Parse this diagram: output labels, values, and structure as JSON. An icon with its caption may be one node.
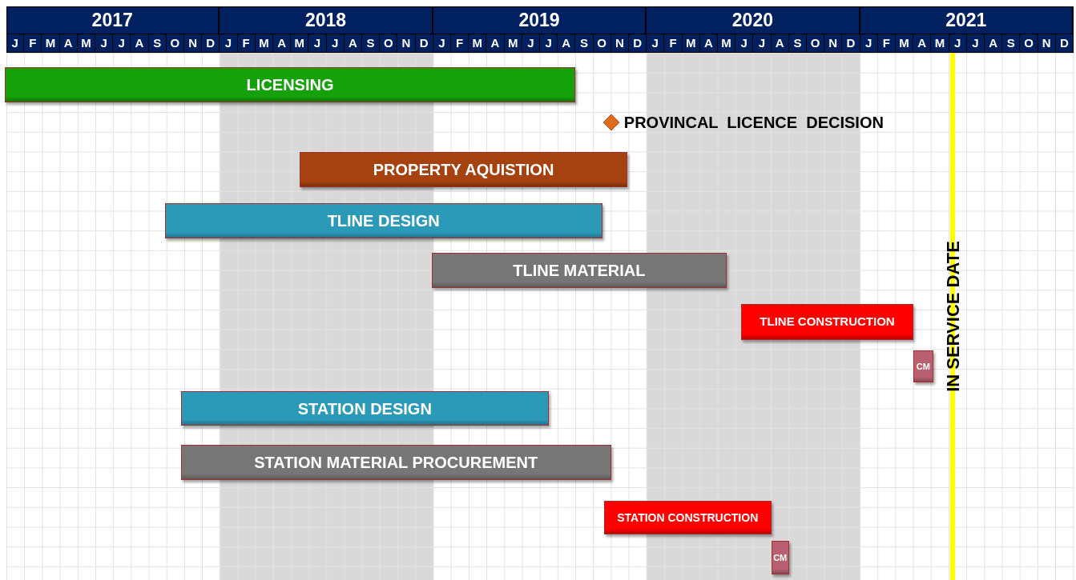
{
  "diagram": {
    "nodes": [
      {
        "text": [
          "LICENSING"
        ]
      },
      {
        "text": [],
        "shape": "diamond",
        "beside": [
          "PROVINCAL  LICENCE  DECISION"
        ]
      },
      {
        "text": [
          "PROPERTY AQUISTION"
        ]
      },
      {
        "text": [
          "TLINE DESIGN"
        ]
      },
      {
        "text": [
          "TLINE MATERIAL"
        ]
      },
      {
        "text": [
          "TLINE CONSTRUCTION"
        ]
      },
      {
        "text": [
          "CM"
        ]
      },
      {
        "text": [
          "STATION DESIGN"
        ]
      },
      {
        "text": [
          "STATION MATERIAL PROCUREMENT"
        ]
      },
      {
        "text": [
          "STATION CONSTRUCTION"
        ]
      },
      {
        "text": [
          "CM"
        ]
      }
    ],
    "labels": [
      "2017",
      "2018",
      "2019",
      "2020",
      "2021",
      "J",
      "F",
      "M",
      "A",
      "M",
      "J",
      "J",
      "A",
      "S",
      "O",
      "N",
      "D",
      "J",
      "F",
      "M",
      "A",
      "M",
      "J",
      "J",
      "A",
      "S",
      "O",
      "N",
      "D",
      "J",
      "F",
      "M",
      "A",
      "M",
      "J",
      "J",
      "A",
      "S",
      "O",
      "N",
      "D",
      "J",
      "F",
      "M",
      "A",
      "M",
      "J",
      "J",
      "A",
      "S",
      "O",
      "N",
      "D",
      "J",
      "F",
      "M",
      "A",
      "M",
      "J",
      "J",
      "A",
      "S",
      "O",
      "N",
      "D",
      "IN SERVICE DATE"
    ]
  }
}
